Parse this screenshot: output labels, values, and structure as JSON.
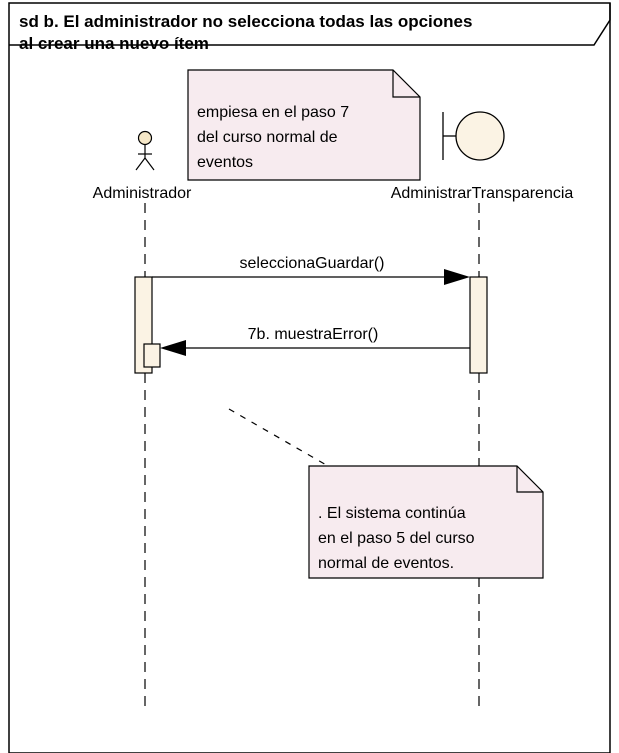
{
  "frame": {
    "title_line1": "sd b. El administrador no selecciona todas las opciones",
    "title_line2": "al crear una nuevo ítem"
  },
  "lifelines": {
    "actor": {
      "name": "Administrador",
      "icon": "actor-icon"
    },
    "boundary": {
      "name": "AdministrarTransparencia",
      "icon": "boundary-icon"
    }
  },
  "messages": [
    {
      "label": "seleccionaGuardar()"
    },
    {
      "label": "7b. muestraError()"
    }
  ],
  "notes": [
    {
      "lines": [
        "empiesa en el paso 7",
        "del curso normal de",
        "eventos"
      ]
    },
    {
      "lines": [
        ". El sistema continúa",
        "en el paso 5 del curso",
        "normal de eventos."
      ]
    }
  ],
  "colors": {
    "note_fill": "#f7ebef",
    "activation_fill": "#fbf3e4",
    "boundary_fill": "#fbf3e4",
    "line": "#000000"
  }
}
